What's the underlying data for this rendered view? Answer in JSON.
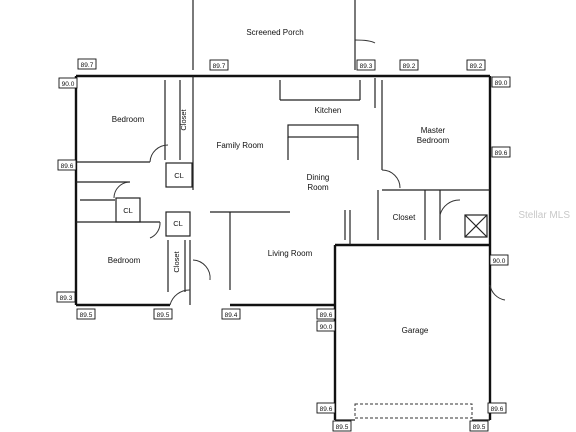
{
  "rooms": {
    "screened_porch": "Screened Porch",
    "kitchen": "Kitchen",
    "bedroom_top": "Bedroom",
    "closet_top": "Closet",
    "family_room": "Family Room",
    "master_bedroom_line1": "Master",
    "master_bedroom_line2": "Bedroom",
    "cl_upper": "CL",
    "cl_left": "CL",
    "cl_lower": "CL",
    "dining_line1": "Dining",
    "dining_line2": "Room",
    "closet_master": "Closet",
    "bedroom_bottom": "Bedroom",
    "closet_bottom": "Closet",
    "living_room": "Living Room",
    "garage": "Garage"
  },
  "elevations": {
    "e1": "89.7",
    "e2": "90.0",
    "e3": "89.7",
    "e4": "89.3",
    "e5": "89.2",
    "e6": "89.2",
    "e7": "89.0",
    "e8": "89.6",
    "e9": "89.6",
    "e10": "90.0",
    "e11": "89.3",
    "e12": "89.5",
    "e13": "89.5",
    "e14": "89.4",
    "e15": "89.6",
    "e16": "90.0",
    "e17": "89.6",
    "e18": "89.6",
    "e19": "89.5",
    "e20": "89.5"
  },
  "watermark": "Stellar MLS"
}
